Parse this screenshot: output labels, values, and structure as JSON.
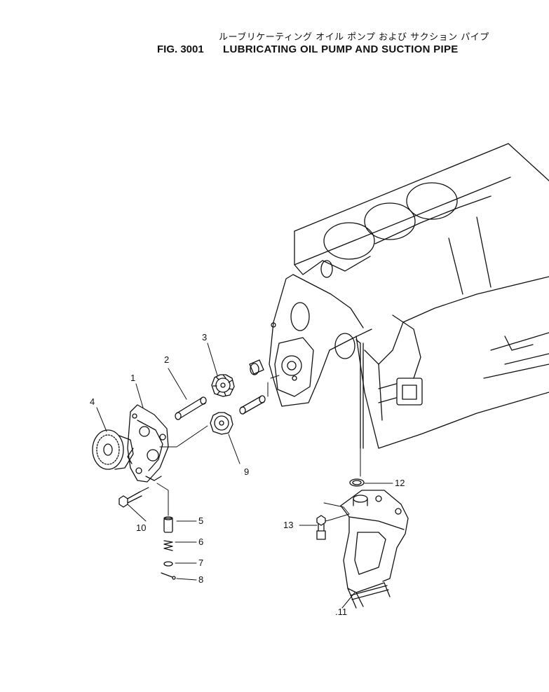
{
  "header": {
    "japanese_title": "ルーブリケーティング オイル ポンプ および サクション パイプ",
    "figure_number": "FIG. 3001",
    "figure_title": "LUBRICATING OIL PUMP AND SUCTION PIPE"
  },
  "callouts": [
    "1",
    "2",
    "3",
    "4",
    "5",
    "6",
    "7",
    "8",
    "9",
    "10",
    ".11",
    "12",
    "13"
  ]
}
